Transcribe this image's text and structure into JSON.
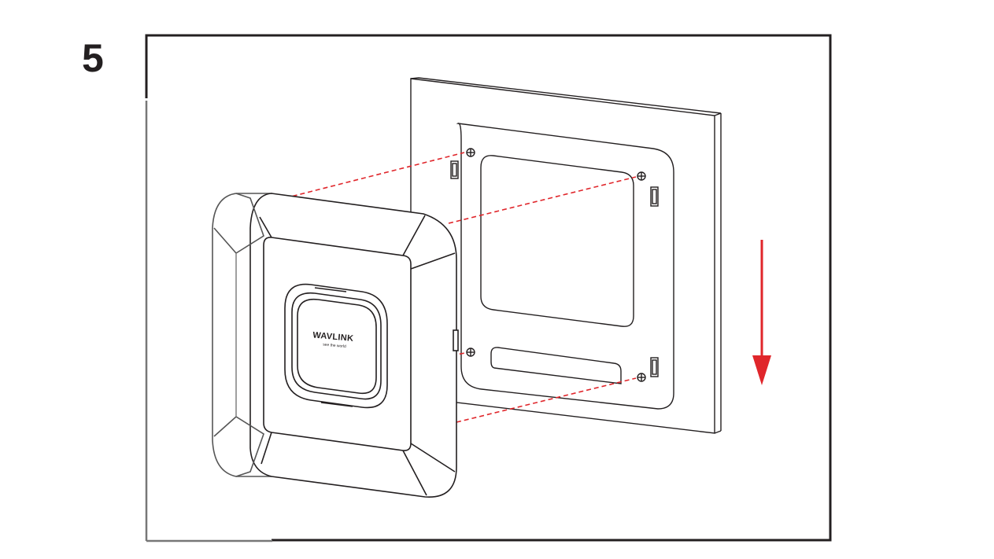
{
  "step": {
    "number": "5"
  },
  "device": {
    "brand": "WAVLINK",
    "tagline": "see the world"
  },
  "colors": {
    "line": "#231f20",
    "guide": "#e0262b",
    "arrow": "#e0262b"
  },
  "arrow": {
    "direction": "down"
  }
}
